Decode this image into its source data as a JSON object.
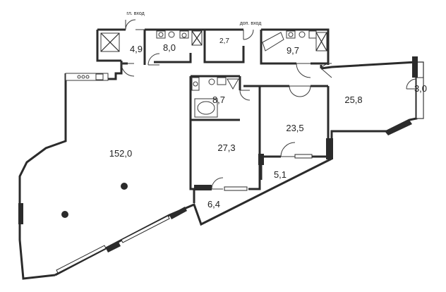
{
  "labels": {
    "main_entrance": "гл. вход",
    "extra_entrance": "доп. вход"
  },
  "rooms": [
    {
      "id": "room-152",
      "area": "152,0"
    },
    {
      "id": "room-27-3",
      "area": "27,3"
    },
    {
      "id": "room-23-5",
      "area": "23,5"
    },
    {
      "id": "room-25-8",
      "area": "25,8"
    },
    {
      "id": "room-9-7",
      "area": "9,7"
    },
    {
      "id": "room-8-7",
      "area": "8,7"
    },
    {
      "id": "room-8-0",
      "area": "8,0"
    },
    {
      "id": "room-6-4",
      "area": "6,4"
    },
    {
      "id": "room-5-1",
      "area": "5,1"
    },
    {
      "id": "room-4-9",
      "area": "4,9"
    },
    {
      "id": "room-3-0",
      "area": "3,0"
    },
    {
      "id": "room-2-7",
      "area": "2,7"
    }
  ]
}
